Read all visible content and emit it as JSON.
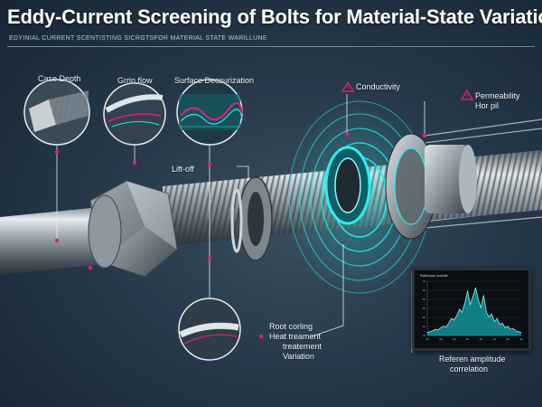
{
  "header": {
    "title": "Eddy-Current Screening of Bolts for Material-State Variation",
    "subtitle": "EDYINIAL CURRENT SCENTISTING SICRGTSFOR MATERIAL STATE WARILLUNE"
  },
  "callouts": {
    "case_depth": "Case Depth",
    "grain_flow": "Grrin flow",
    "surface_decarb": "Surface Decsurization",
    "conductivity": "Conductivity",
    "permeability_line1": "Permeability",
    "permeability_line2": "Hor pil",
    "lift_off": "Lift-off",
    "root_line1": "Root corling",
    "root_line2": "Heat treament",
    "root_line3": "treatement",
    "root_line4": "Variation",
    "reference_line1": "Referen amplitude",
    "reference_line2": "correlation"
  },
  "colors": {
    "accent_magenta": "#e0207a",
    "accent_cyan": "#27e6e6",
    "background": "#27394a"
  },
  "icons": {
    "conductivity": "warning-triangle-icon",
    "permeability": "warning-triangle-icon"
  },
  "chart_data": {
    "type": "area",
    "title": "Ratimean scanlib",
    "x_ticks": [
      "20",
      "30",
      "40",
      "50",
      "60",
      "70",
      "80",
      "90"
    ],
    "y_ticks": [
      "70",
      "60",
      "50",
      "40",
      "30",
      "20",
      "10"
    ],
    "ylim": [
      0,
      70
    ],
    "xlim": [
      20,
      90
    ],
    "series": [
      {
        "x": [
          20,
          22,
          24,
          26,
          28,
          30,
          32,
          34,
          36,
          38,
          40,
          42,
          44,
          46,
          48,
          50,
          52,
          54,
          56,
          58,
          60,
          62,
          64,
          66,
          68,
          70,
          72,
          74,
          76,
          78,
          80,
          82,
          84,
          86,
          88,
          90
        ],
        "y": [
          4,
          5,
          6,
          8,
          7,
          10,
          12,
          11,
          16,
          22,
          20,
          26,
          34,
          30,
          42,
          58,
          40,
          50,
          62,
          46,
          36,
          52,
          30,
          24,
          28,
          18,
          22,
          14,
          16,
          10,
          12,
          8,
          9,
          6,
          5,
          4
        ]
      }
    ]
  }
}
